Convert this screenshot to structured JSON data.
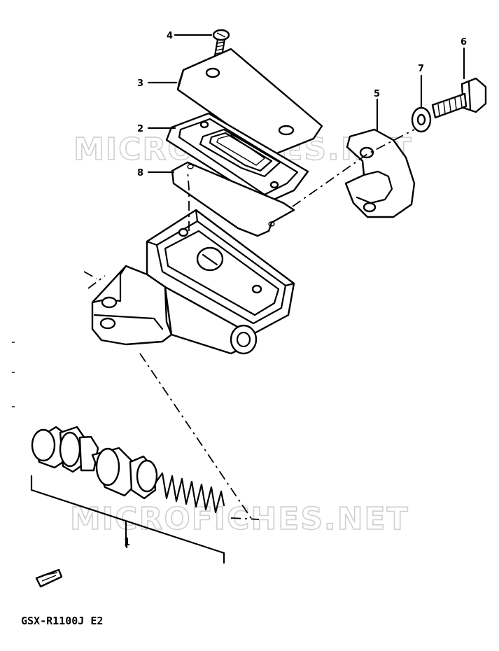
{
  "diagram": {
    "callouts": [
      {
        "id": "4",
        "label": "4"
      },
      {
        "id": "3",
        "label": "3"
      },
      {
        "id": "2",
        "label": "2"
      },
      {
        "id": "8",
        "label": "8"
      },
      {
        "id": "7",
        "label": "7"
      },
      {
        "id": "6",
        "label": "6"
      },
      {
        "id": "5",
        "label": "5"
      },
      {
        "id": "1",
        "label": "1"
      }
    ],
    "parts": [
      {
        "id": "4",
        "name": "screw"
      },
      {
        "id": "3",
        "name": "reservoir-cap"
      },
      {
        "id": "2",
        "name": "diaphragm"
      },
      {
        "id": "8",
        "name": "plate-gasket"
      },
      {
        "id": "5",
        "name": "clamp"
      },
      {
        "id": "7",
        "name": "washer"
      },
      {
        "id": "6",
        "name": "bolt"
      },
      {
        "id": "1",
        "name": "piston-set"
      }
    ]
  },
  "watermark": {
    "top": "MICROFICHES.NET",
    "bottom": "MICROFICHES.NET"
  },
  "footer": {
    "model_code": "GSX-R1100J E2"
  }
}
